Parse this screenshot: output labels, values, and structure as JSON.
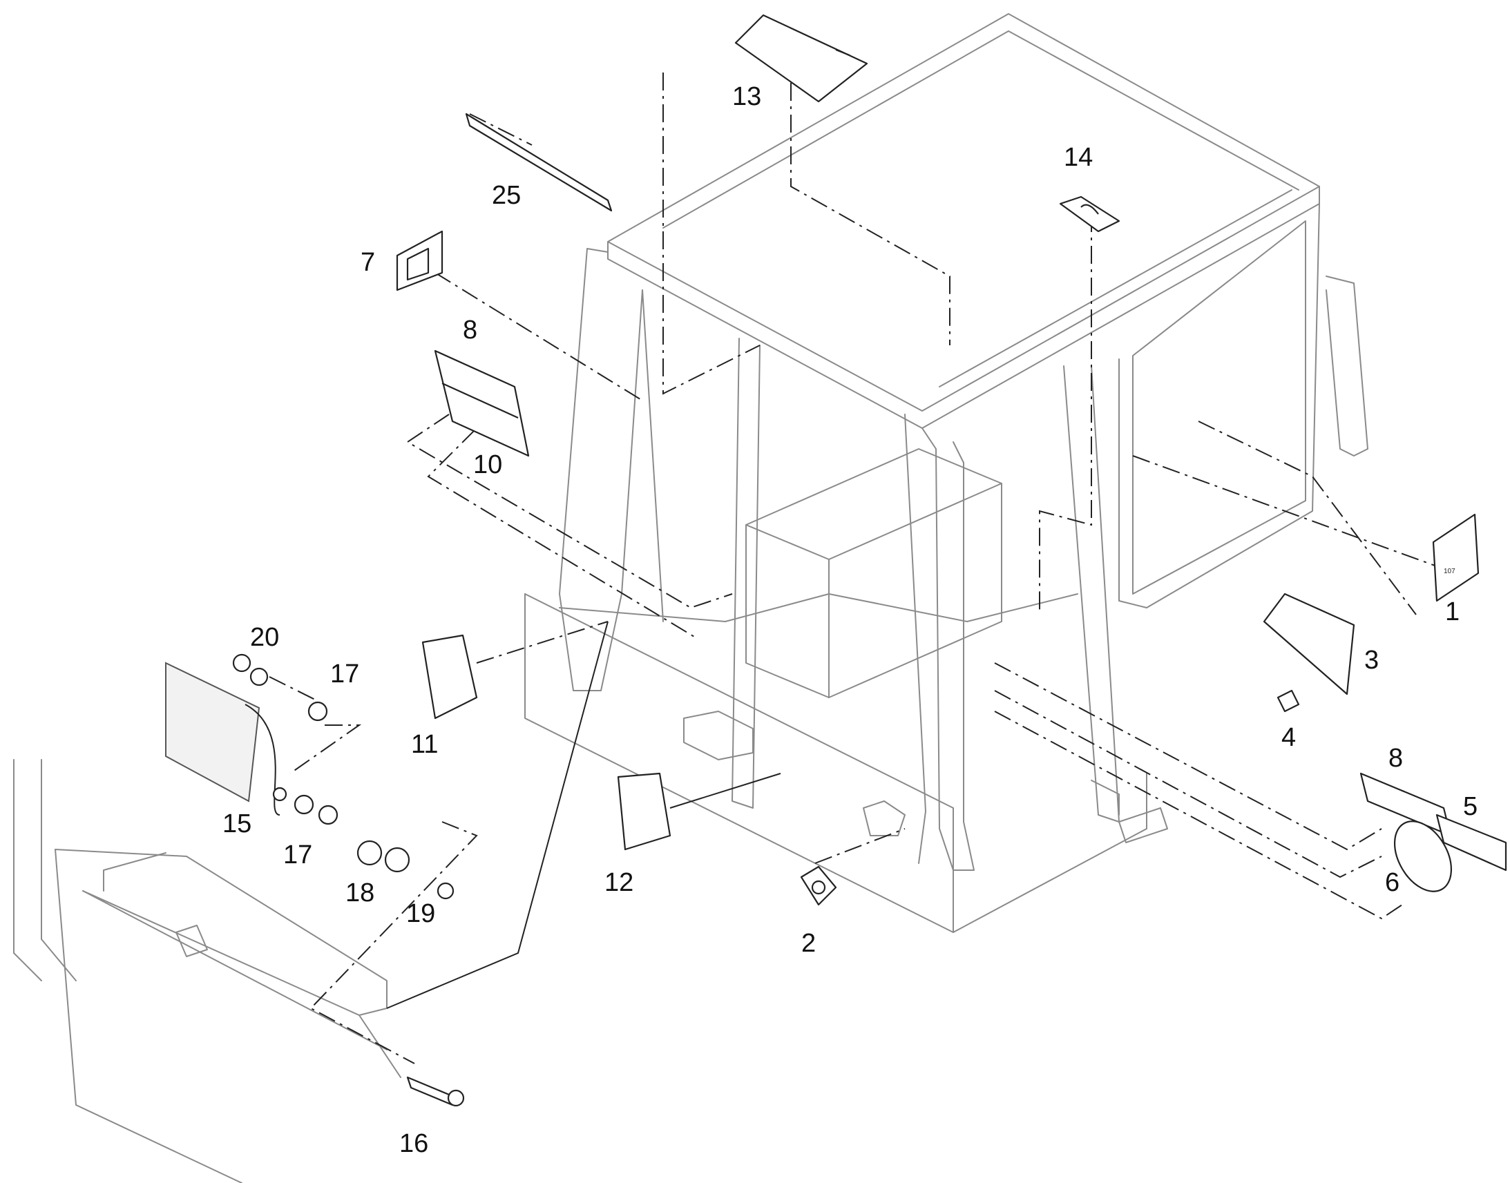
{
  "callouts": [
    {
      "id": "1",
      "label": "1"
    },
    {
      "id": "2",
      "label": "2"
    },
    {
      "id": "3",
      "label": "3"
    },
    {
      "id": "4",
      "label": "4"
    },
    {
      "id": "5",
      "label": "5"
    },
    {
      "id": "6",
      "label": "6"
    },
    {
      "id": "7",
      "label": "7"
    },
    {
      "id": "8a",
      "label": "8"
    },
    {
      "id": "8b",
      "label": "8"
    },
    {
      "id": "10",
      "label": "10"
    },
    {
      "id": "11",
      "label": "11"
    },
    {
      "id": "12",
      "label": "12"
    },
    {
      "id": "13",
      "label": "13"
    },
    {
      "id": "14",
      "label": "14"
    },
    {
      "id": "15",
      "label": "15"
    },
    {
      "id": "16",
      "label": "16"
    },
    {
      "id": "17a",
      "label": "17"
    },
    {
      "id": "17b",
      "label": "17"
    },
    {
      "id": "18",
      "label": "18"
    },
    {
      "id": "19",
      "label": "19"
    },
    {
      "id": "20",
      "label": "20"
    },
    {
      "id": "25",
      "label": "25"
    }
  ],
  "decal_text": {
    "plate_1_line": "107"
  }
}
